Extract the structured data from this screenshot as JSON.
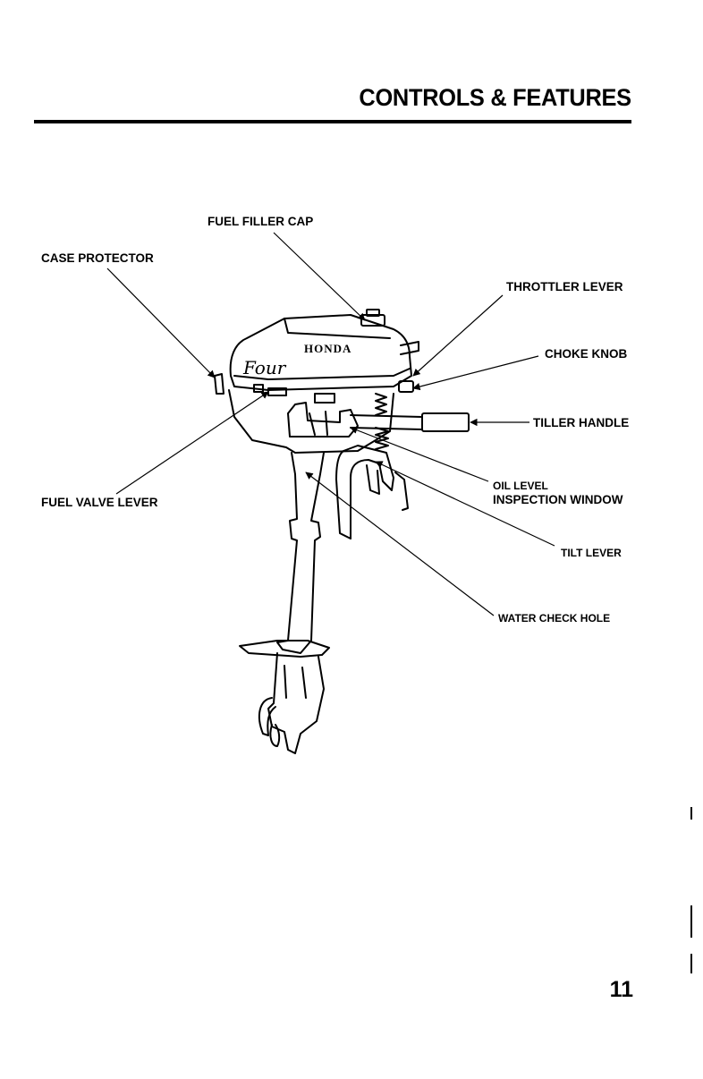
{
  "header": {
    "title": "CONTROLS & FEATURES"
  },
  "diagram": {
    "labels": {
      "fuel_filler_cap": "FUEL FILLER CAP",
      "case_protector": "CASE PROTECTOR",
      "throttle_lever": "THROTTLER LEVER",
      "choke_knob": "CHOKE KNOB",
      "tiller_handle": "TILLER HANDLE",
      "oil_level_line1": "OIL LEVEL",
      "oil_level_line2": "INSPECTION WINDOW",
      "fuel_valve_lever": "FUEL VALVE LEVER",
      "tilt_lever": "TILT LEVER",
      "water_check_hole": "WATER CHECK HOLE"
    },
    "cowl_brand": "HONDA",
    "cowl_badge": "Four"
  },
  "footer": {
    "page_number": "11"
  }
}
